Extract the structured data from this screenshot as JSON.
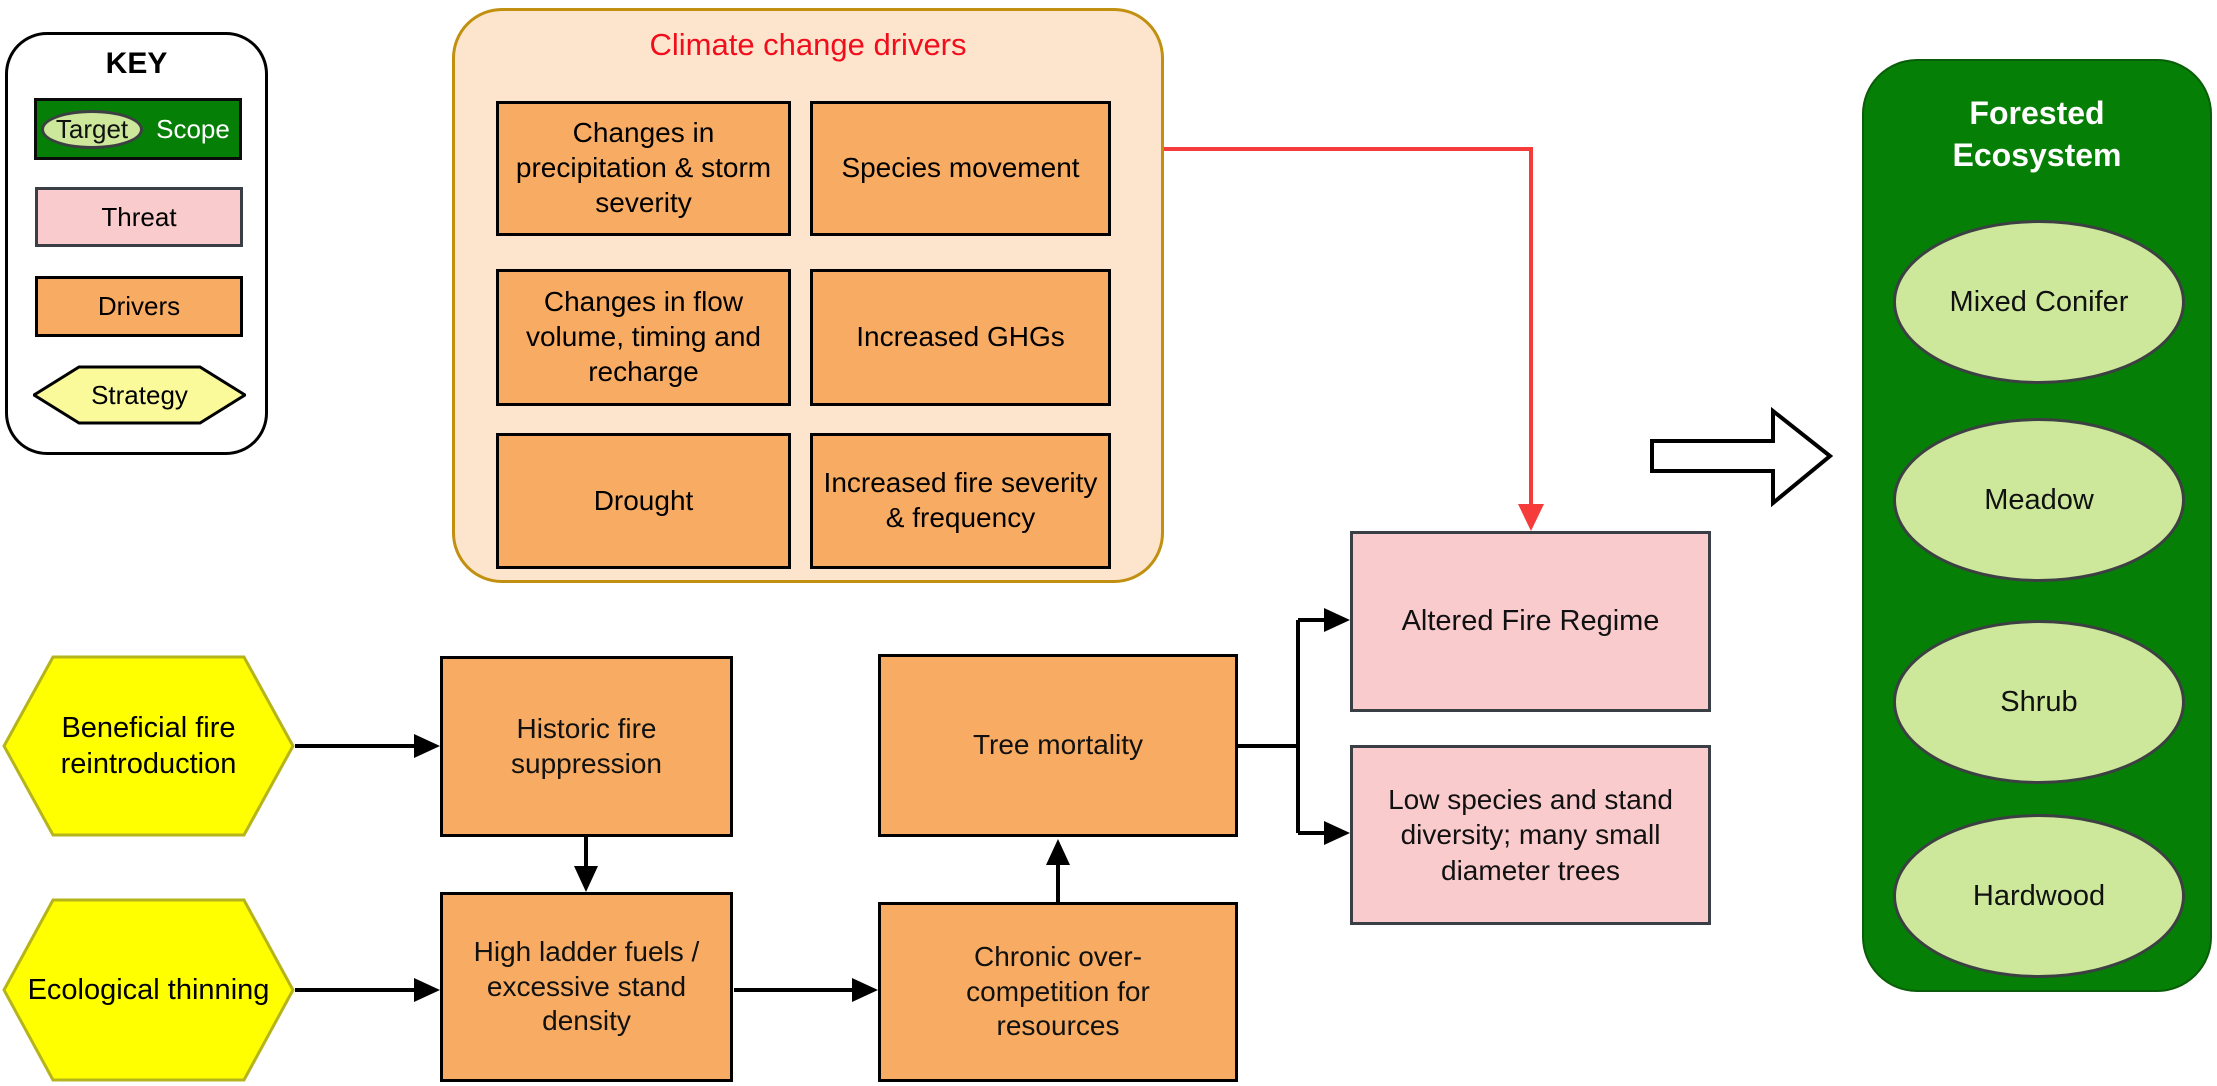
{
  "key": {
    "title": "KEY",
    "target_label": "Target",
    "scope_label": "Scope",
    "threat_label": "Threat",
    "drivers_label": "Drivers",
    "strategy_label": "Strategy"
  },
  "climate": {
    "title": "Climate change drivers",
    "boxes": [
      "Changes in precipitation & storm severity",
      "Species movement",
      "Changes in flow volume, timing and recharge",
      "Increased GHGs",
      "Drought",
      "Increased fire severity & frequency"
    ]
  },
  "strategies": [
    "Beneficial fire reintroduction",
    "Ecological thinning"
  ],
  "flow_boxes": {
    "historic": "Historic fire suppression",
    "ladder": "High ladder fuels / excessive stand density",
    "chronic": "Chronic over-competition for resources",
    "tree": "Tree mortality"
  },
  "threats": [
    "Altered Fire Regime",
    "Low species and stand diversity; many small diameter trees"
  ],
  "ecosystem": {
    "title": "Forested Ecosystem",
    "targets": [
      "Mixed Conifer",
      "Meadow",
      "Shrub",
      "Hardwood"
    ]
  },
  "colors": {
    "driver_fill": "#F8AB62",
    "driver_container_fill": "#FCE5CC",
    "driver_container_border": "#C29010",
    "climate_title_red": "#F20D1C",
    "red_arrow": "#F63B3B",
    "threat_fill": "#FACBCD",
    "threat_border": "#3A3E45",
    "strategy_fill": "#FFFF00",
    "strategy_border": "#B5B51B",
    "key_strategy_fill": "#FAFA9B",
    "scope_fill": "#067F06",
    "target_fill": "#CDE89B",
    "connector_black": "#000000"
  }
}
